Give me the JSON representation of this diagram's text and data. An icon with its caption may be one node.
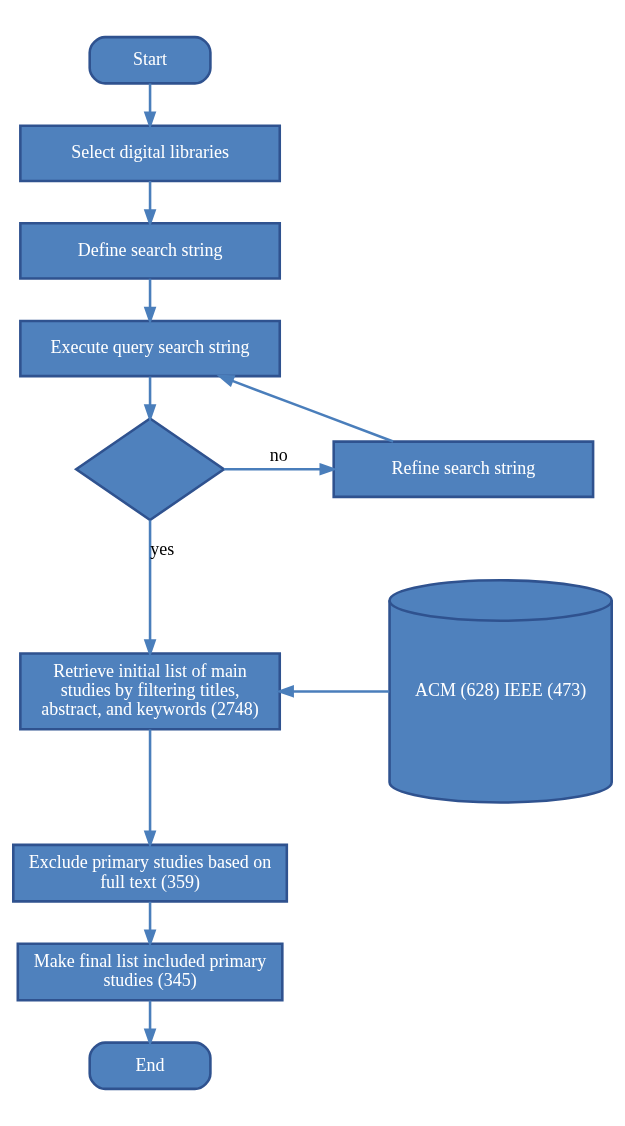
{
  "diagram": {
    "nodes": [
      {
        "text": [
          "Start"
        ]
      },
      {
        "text": [
          "Select digital libraries"
        ]
      },
      {
        "text": [
          "Define search string"
        ]
      },
      {
        "text": [
          "Execute query search string"
        ]
      },
      {
        "text": [],
        "shape": "diamond"
      },
      {
        "text": [
          "Refine search string"
        ]
      },
      {
        "text": [
          "Retrieve initial list of main studies by filtering titles, abstract, and keywords (2748)"
        ]
      },
      {
        "text": [
          "ACM (628) IEEE (473)"
        ]
      },
      {
        "text": [
          "Exclude primary studies based on full text (359)"
        ]
      },
      {
        "text": [
          "Make final list included primary studies (345)"
        ]
      },
      {
        "text": [
          "End"
        ]
      }
    ],
    "edges": [
      {
        "from": 0,
        "to": 1,
        "arrow": "to"
      },
      {
        "from": 1,
        "to": 2,
        "arrow": "to"
      },
      {
        "from": 2,
        "to": 3,
        "arrow": "to"
      },
      {
        "from": 3,
        "to": 4,
        "arrow": "to"
      },
      {
        "from": 4,
        "to": 5,
        "arrow": "to",
        "label": "no"
      },
      {
        "from": 5,
        "to": 3,
        "arrow": "to"
      },
      {
        "from": 4,
        "to": 6,
        "arrow": "to",
        "label": "yes"
      },
      {
        "from": 7,
        "to": 6,
        "arrow": "to"
      },
      {
        "from": 6,
        "to": 8,
        "arrow": "to"
      },
      {
        "from": 8,
        "to": 9,
        "arrow": "to"
      },
      {
        "from": 9,
        "to": 10,
        "arrow": "to"
      }
    ]
  }
}
